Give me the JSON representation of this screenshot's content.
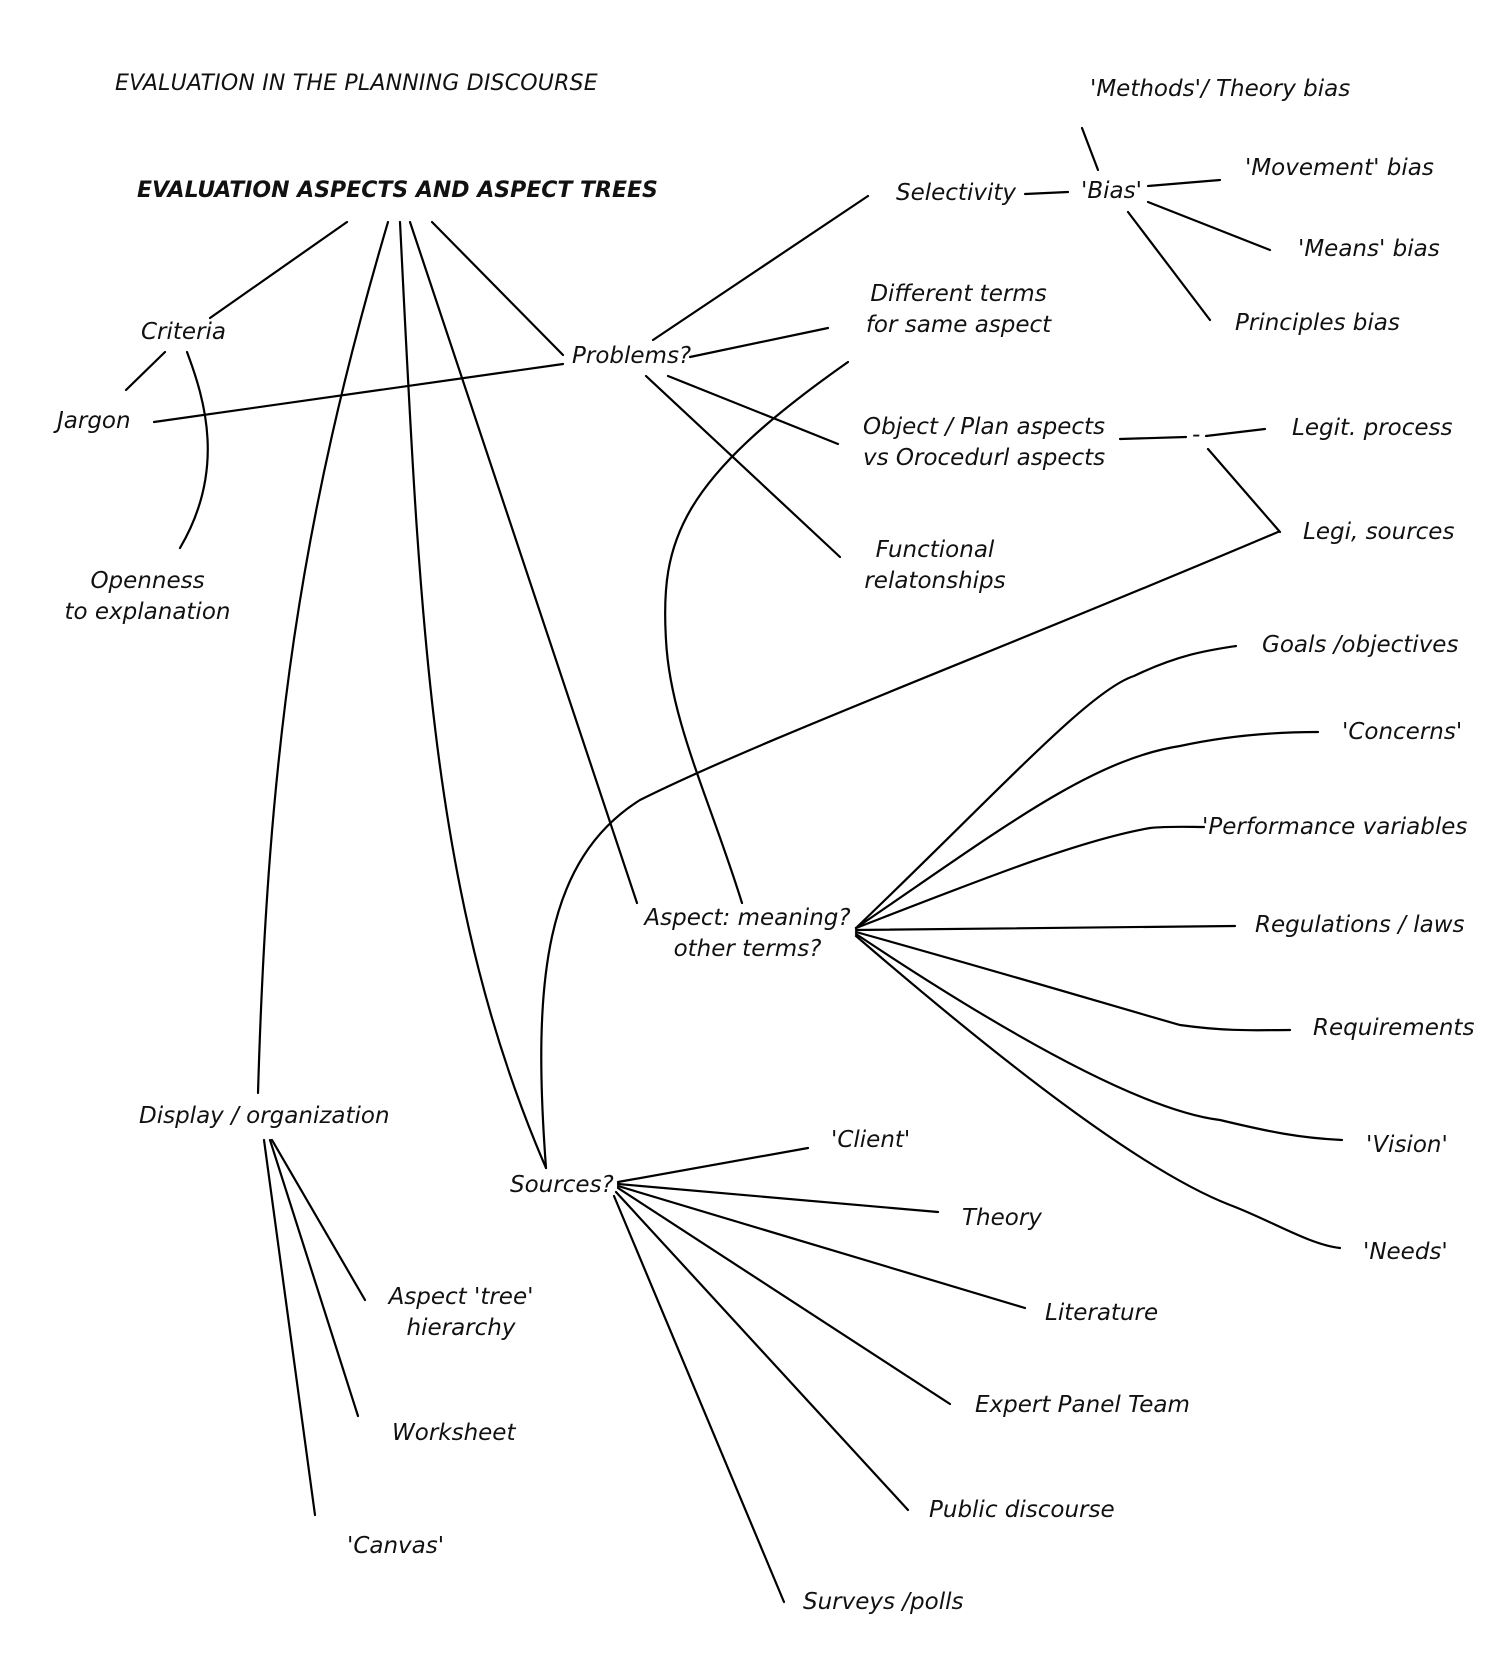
{
  "title": "EVALUATION IN THE PLANNING DISCOURSE",
  "root": "EVALUATION ASPECTS  AND ASPECT TREES",
  "nodes": {
    "criteria": "Criteria",
    "jargon": "Jargon",
    "openness_1": "Openness",
    "openness_2": "to explanation",
    "problems": "Problems?",
    "selectivity": "Selectivity",
    "bias": "'Bias'",
    "methods_bias": "'Methods'/ Theory bias",
    "movement_bias": "'Movement' bias",
    "means_bias": "'Means' bias",
    "principles_bias": "Principles bias",
    "different_terms_1": "Different terms",
    "different_terms_2": "for same aspect",
    "object_plan_1": "Object / Plan aspects",
    "object_plan_2": "vs Orocedurl aspects",
    "dash": "-",
    "legit_process": "Legit. process",
    "legi_sources": "Legi, sources",
    "functional_1": "Functional",
    "functional_2": "relatonships",
    "aspect_meaning_1": "Aspect: meaning?",
    "aspect_meaning_2": "other terms?",
    "goals": "Goals /objectives",
    "concerns": "'Concerns'",
    "performance": "'Performance variables",
    "regulations": "Regulations / laws",
    "requirements": "Requirements",
    "vision": "'Vision'",
    "needs": "'Needs'",
    "display": "Display / organization",
    "aspect_tree_1": "Aspect 'tree'",
    "aspect_tree_2": "hierarchy",
    "worksheet": "Worksheet",
    "canvas": "'Canvas'",
    "sources": "Sources?",
    "client": "'Client'",
    "theory": "Theory",
    "literature": "Literature",
    "expert_panel": "Expert Panel Team",
    "public_discourse": "Public discourse",
    "surveys": "Surveys /polls"
  }
}
